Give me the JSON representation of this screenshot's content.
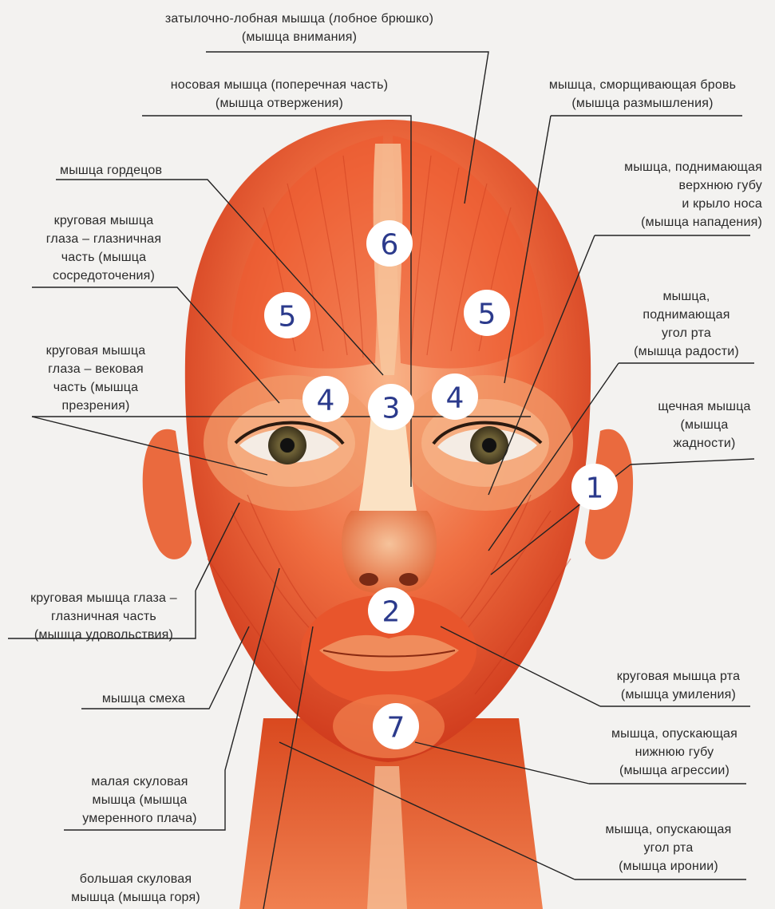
{
  "labels": {
    "occipitofrontalis": "затылочно-лобная мышца (лобное брюшко)\n(мышца внимания)",
    "nasalis_transverse": "носовая мышца (поперечная часть)\n(мышца отвержения)",
    "corrugator": "мышца, сморщивающая бровь\n(мышца размышления)",
    "procerus": "мышца гордецов",
    "levator_labii_alae": "мышца, поднимающая\nверхнюю губу\nи крыло носа\n(мышца нападения)",
    "orbicularis_orbital_concentration": "круговая мышца\nглаза – глазничная\nчасть (мышца\nсосредоточения)",
    "levator_anguli_oris": "мышца,\nподнимающая\nугол рта\n(мышца радости)",
    "orbicularis_palpebral": "круговая мышца\nглаза – вековая\nчасть (мышца\nпрезрения)",
    "buccinator": "щечная мышца\n(мышца\nжадности)",
    "orbicularis_orbital_pleasure": "круговая мышца глаза –\nглазничная часть\n(мышца удовольствия)",
    "risorius": "мышца смеха",
    "orbicularis_oris": "круговая мышца рта\n(мышца умиления)",
    "depressor_labii": "мышца, опускающая\nнижнюю губу\n(мышца агрессии)",
    "zygomaticus_minor": "малая скуловая\nмышца (мышца\nумеренного плача)",
    "depressor_anguli_oris": "мышца, опускающая\nугол рта\n(мышца иронии)",
    "zygomaticus_major": "большая скуловая\nмышца (мышца горя)"
  },
  "markers": {
    "m1": "1",
    "m2": "2",
    "m3": "3",
    "m4_left": "4",
    "m4_right": "4",
    "m5_left": "5",
    "m5_right": "5",
    "m6": "6",
    "m7": "7"
  },
  "colors": {
    "muscle_dark": "#d63a1e",
    "muscle_mid": "#ee6a3c",
    "muscle_light": "#f8b48a",
    "tendon": "#fde6c6",
    "marker_text": "#2b3a8c",
    "leader_line": "#222222"
  }
}
